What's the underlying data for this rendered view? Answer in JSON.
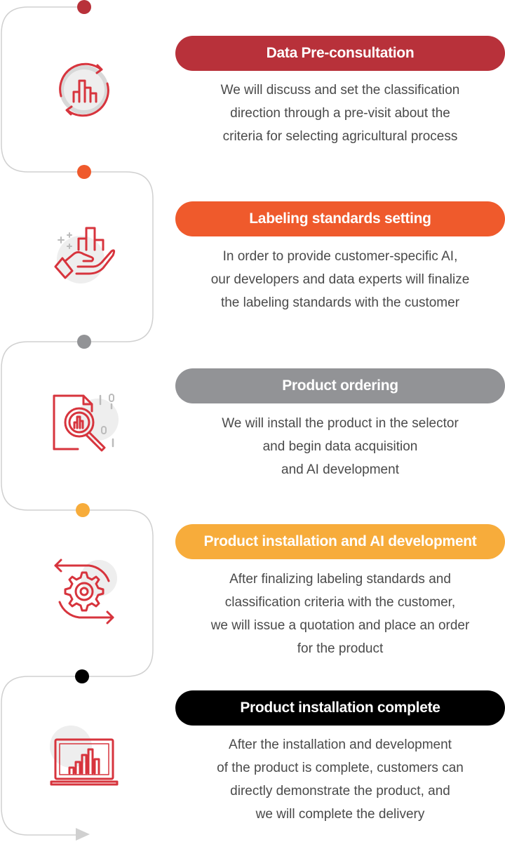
{
  "accent_colors": {
    "step1": "#b8313a",
    "step2": "#ef5a2c",
    "step3": "#929396",
    "step4": "#f7ac3b",
    "step5": "#000000",
    "connector": "#d0d0d0",
    "icon_stroke": "#d7343d"
  },
  "steps": [
    {
      "title": "Data Pre-consultation",
      "icon": "data-refresh-chart-icon",
      "lines": [
        "We will discuss and set the classification",
        "direction through a pre-visit about the",
        "criteria for selecting agricultural process"
      ]
    },
    {
      "title": "Labeling standards setting",
      "icon": "hand-chart-icon",
      "lines": [
        "In order to provide customer-specific AI,",
        "our developers and data experts will finalize",
        "the labeling standards with the customer"
      ]
    },
    {
      "title": "Product ordering",
      "icon": "document-magnifier-icon",
      "lines": [
        "We will install the product in the selector",
        "and begin data acquisition",
        "and AI development"
      ]
    },
    {
      "title": "Product installation and AI development",
      "icon": "gear-cycle-icon",
      "lines": [
        "After finalizing labeling standards and",
        "classification criteria with the customer,",
        "we will issue a quotation and place an order",
        "for the product"
      ]
    },
    {
      "title": "Product installation complete",
      "icon": "laptop-chart-icon",
      "lines": [
        "After the installation and development",
        "of the product is complete, customers can",
        "directly demonstrate the product, and",
        "we will complete the delivery"
      ]
    }
  ]
}
